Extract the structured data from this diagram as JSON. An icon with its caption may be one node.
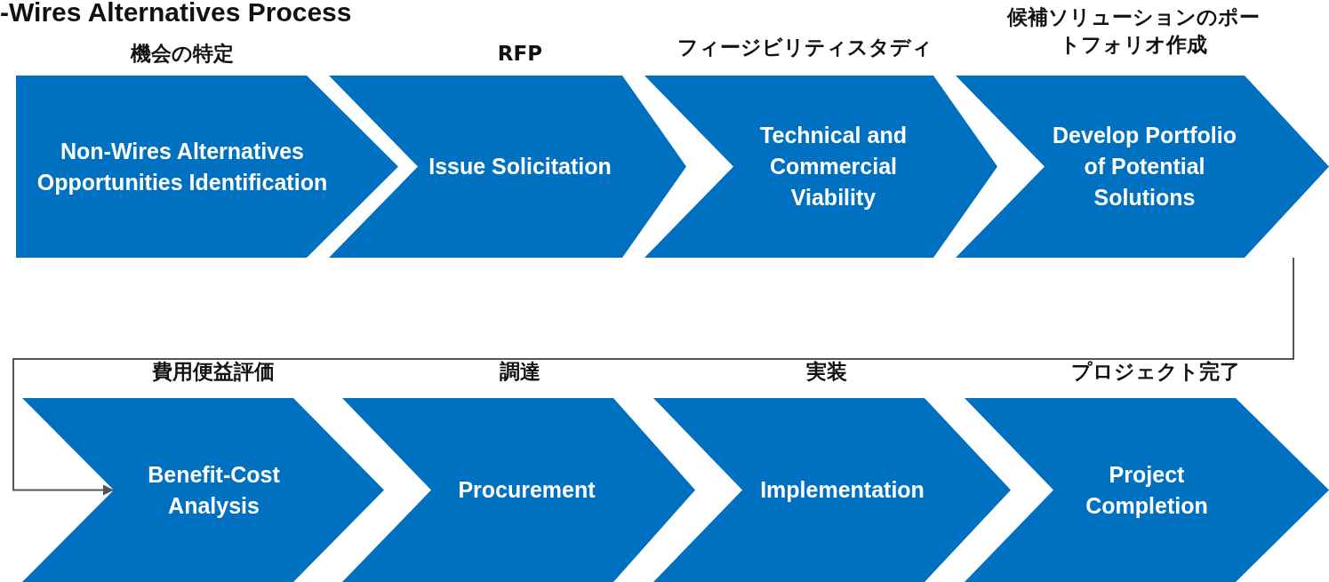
{
  "diagram": {
    "title": "-Wires Alternatives Process",
    "nodes": [
      {
        "text": [
          "機会の特定",
          "Non-Wires Alternatives Opportunities Identification"
        ]
      },
      {
        "text": [
          "RFP",
          "Issue Solicitation"
        ]
      },
      {
        "text": [
          "フィージビリティスタディ",
          "Technical and Commercial Viability"
        ]
      },
      {
        "text": [
          "候補ソリューションのポートフォリオ作成",
          "Develop Portfolio of Potential Solutions"
        ]
      },
      {
        "text": [
          "費用便益評価",
          "Benefit-Cost Analysis"
        ]
      },
      {
        "text": [
          "調達",
          "Procurement"
        ]
      },
      {
        "text": [
          "実装",
          "Implementation"
        ]
      },
      {
        "text": [
          "プロジェクト完了",
          "Project Completion"
        ]
      }
    ],
    "edges": [
      {
        "from": 3,
        "to": 4,
        "arrow": "to",
        "color": "#555555"
      }
    ]
  }
}
